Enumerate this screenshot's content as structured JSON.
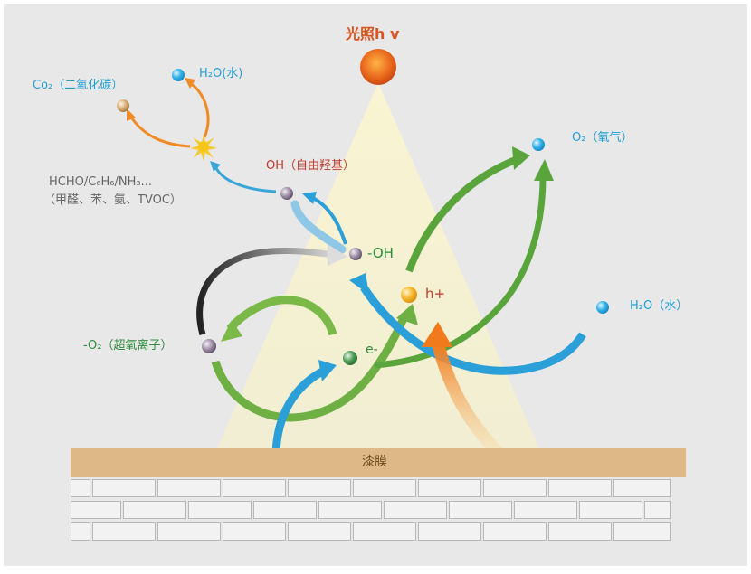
{
  "light_source": {
    "label": "光照h v"
  },
  "molecules": {
    "co2": "Co₂（二氧化碳）",
    "h2o_top": "H₂O(水)",
    "pollutants_line1": "HCHO/C₆H₆/NH₃...",
    "pollutants_line2": "（甲醛、苯、氨、TVOC）",
    "oh_radical": "OH（自由羟基）",
    "hydroxyl": "-OH",
    "hole": "h+",
    "electron": "e-",
    "superoxide": "-O₂（超氧离子）",
    "oxygen": "O₂（氧气）",
    "h2o_right": "H₂O（水）"
  },
  "film": {
    "label": "漆膜"
  },
  "colors": {
    "background": "#e8e8e8",
    "light_cone": "#f6f1c4",
    "film": "#deb887",
    "blue_text": "#1f9fd6",
    "red_text": "#c0392b",
    "green_text": "#2e8b3d",
    "orange_text": "#d9541e",
    "gray_text": "#666666",
    "blue_arrow": "#2a9fd8",
    "green_arrow": "#5aa53b",
    "orange_arrow": "#f08a24",
    "gray_arrow": "#555555"
  }
}
